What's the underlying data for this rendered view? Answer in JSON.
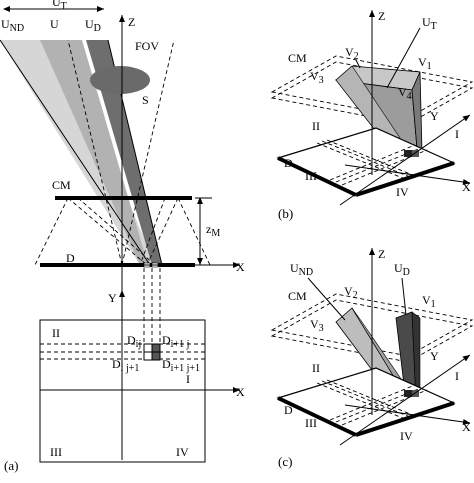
{
  "panel_a": {
    "caption": "(a)",
    "beam_labels": {
      "und": "U",
      "und_sub": "ND",
      "u": "U",
      "ud": "U",
      "ud_sub": "D",
      "ut": "U",
      "ut_sub": "T"
    },
    "z_label": "Z",
    "fov_label": "FOV",
    "s_label": "S",
    "cm_label": "CM",
    "zm_label": "z",
    "zm_sub": "M",
    "x_label": "X",
    "d_label": "D",
    "y_label": "Y",
    "x_label_bottom": "X",
    "quadrants": [
      "II",
      "I",
      "III",
      "IV"
    ],
    "pixels": {
      "dij": "D",
      "dij_sub": "ij",
      "di1j": "D",
      "di1j_sub": "i+1 j",
      "dij1": "D",
      "dij1_sub": "i j+1",
      "di1j1": "D",
      "di1j1_sub": "i+1 j+1"
    }
  },
  "panel_b": {
    "caption": "(b)",
    "z_label": "Z",
    "ut": "U",
    "ut_sub": "T",
    "cm_label": "CM",
    "v1": "V",
    "v1_sub": "1",
    "v2": "V",
    "v2_sub": "2",
    "v3": "V",
    "v3_sub": "3",
    "v4": "V",
    "v4_sub": "4",
    "y_label": "Y",
    "x_label": "X",
    "d_label": "D",
    "quadrants": [
      "II",
      "I",
      "III",
      "IV"
    ]
  },
  "panel_c": {
    "caption": "(c)",
    "z_label": "Z",
    "und": "U",
    "und_sub": "ND",
    "ud": "U",
    "ud_sub": "D",
    "cm_label": "CM",
    "v1": "V",
    "v1_sub": "1",
    "v2": "V",
    "v2_sub": "2",
    "v3": "V",
    "v3_sub": "3",
    "y_label": "Y",
    "x_label": "X",
    "d_label": "D",
    "quadrants": [
      "II",
      "I",
      "III",
      "IV"
    ]
  }
}
